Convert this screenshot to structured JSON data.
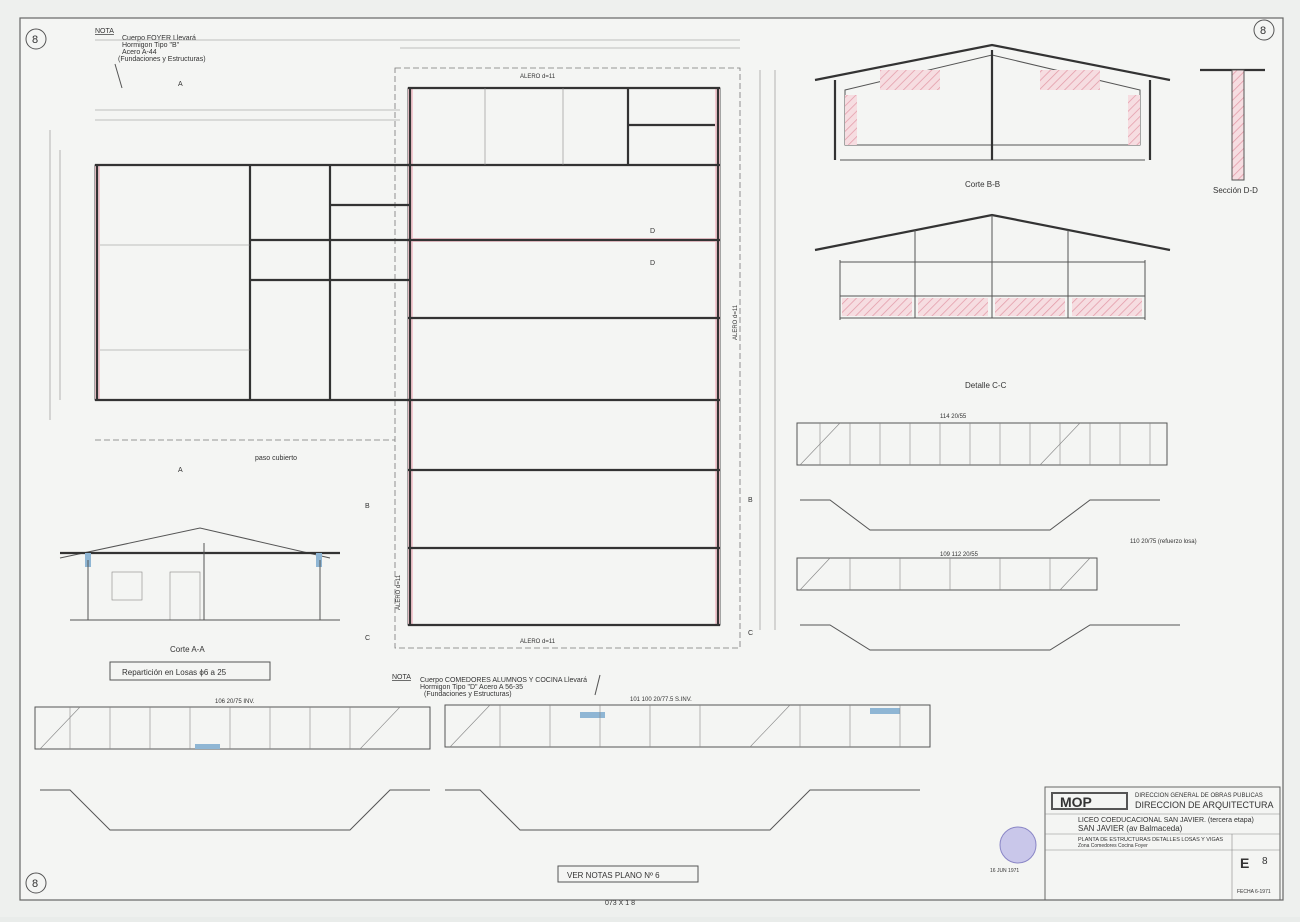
{
  "sheet_number": "8",
  "notes": {
    "foyer": {
      "heading": "NOTA",
      "line1": "Cuerpo FOYER Llevará",
      "line2": "Hormigon Tipo \"B\"",
      "line3": "Acero     A-44",
      "line4": "(Fundaciones y Estructuras)"
    },
    "comedores": {
      "heading": "NOTA",
      "line1": "Cuerpo COMEDORES ALUMNOS Y COCINA Llevará",
      "line2": "Hormigon  Tipo \"D\"   Acero  A 56-35",
      "line3": "(Fundaciones y Estructuras)"
    }
  },
  "plan": {
    "paso_cubierto": "paso cubierto",
    "alero_top": "ALERO d=11",
    "alero_bottom": "ALERO d=11",
    "alero_left": "ALERO d=11",
    "alero_right": "ALERO d=11",
    "section_marks": [
      "A",
      "A",
      "B",
      "B",
      "C",
      "C",
      "D",
      "D"
    ]
  },
  "sections": {
    "corte_aa": "Corte A-A",
    "corte_bb": "Corte B-B",
    "seccion_dd": "Sección D-D",
    "detalle_cc": "Detalle C-C"
  },
  "reparticion": "Repartición en Losas  ϕ6 a 25",
  "beam_labels": {
    "beam1": "106 20/75 INV.",
    "beam2": "101 100 20/77.5 S.INV.",
    "beam3": "114 20/55",
    "beam4": "109 112 20/55",
    "beam5": "110 20/75 (refuerzo losa)"
  },
  "ver_notas": "VER NOTAS PLANO Nº 6",
  "title_block": {
    "logo": "MOP",
    "org1": "DIRECCION GENERAL DE OBRAS PUBLICAS",
    "org2": "DIRECCION DE ARQUITECTURA",
    "obra": "LICEO COEDUCACIONAL SAN JAVIER. (tercera etapa)",
    "ubicacion": "SAN JAVIER (av Balmaceda)",
    "plano": "PLANTA DE ESTRUCTURAS DETALLES LOSAS Y VIGAS",
    "zona": "Zona Comedores Cocina Foyer",
    "letter": "E",
    "number": "8",
    "stamp_date": "16 JUN 1971",
    "fecha": "FECHA 6-1971"
  },
  "footer_handwritten": "073 X 1 8"
}
